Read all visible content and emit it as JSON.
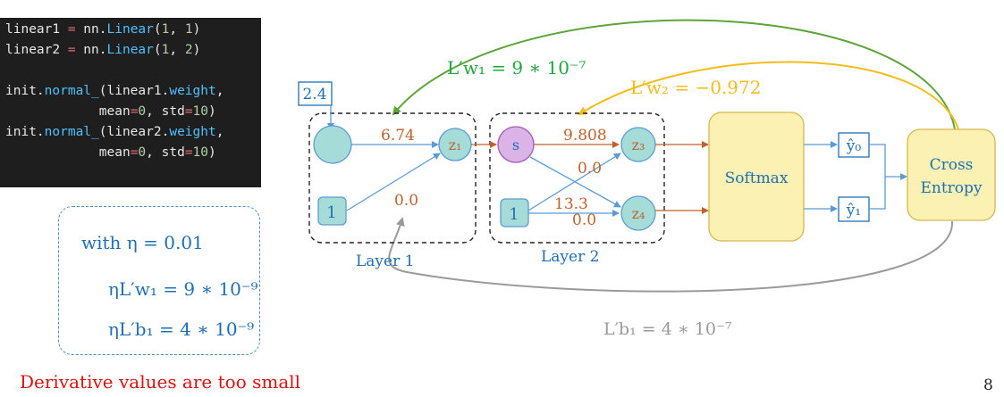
{
  "code": {
    "lines": [
      [
        [
          "linear1 ",
          "plain"
        ],
        [
          "=",
          "eq"
        ],
        [
          " nn.",
          "plain"
        ],
        [
          "Linear",
          "fn"
        ],
        [
          "(",
          "plain"
        ],
        [
          "1",
          "num"
        ],
        [
          ", ",
          "plain"
        ],
        [
          "1",
          "num"
        ],
        [
          ")",
          "plain"
        ]
      ],
      [
        [
          "linear2 ",
          "plain"
        ],
        [
          "=",
          "eq"
        ],
        [
          " nn.",
          "plain"
        ],
        [
          "Linear",
          "fn"
        ],
        [
          "(",
          "plain"
        ],
        [
          "1",
          "num"
        ],
        [
          ", ",
          "plain"
        ],
        [
          "2",
          "num"
        ],
        [
          ")",
          "plain"
        ]
      ],
      [],
      [
        [
          "init.",
          "plain"
        ],
        [
          "normal_",
          "fn"
        ],
        [
          "(linear1.",
          "plain"
        ],
        [
          "weight",
          "attr"
        ],
        [
          ",",
          "plain"
        ]
      ],
      [
        [
          "            mean",
          "plain"
        ],
        [
          "=",
          "eq"
        ],
        [
          "0",
          "num"
        ],
        [
          ", std",
          "plain"
        ],
        [
          "=",
          "eq"
        ],
        [
          "10",
          "num"
        ],
        [
          ")",
          "plain"
        ]
      ],
      [
        [
          "init.",
          "plain"
        ],
        [
          "normal_",
          "fn"
        ],
        [
          "(linear2.",
          "plain"
        ],
        [
          "weight",
          "attr"
        ],
        [
          ",",
          "plain"
        ]
      ],
      [
        [
          "            mean",
          "plain"
        ],
        [
          "=",
          "eq"
        ],
        [
          "0",
          "num"
        ],
        [
          ", std",
          "plain"
        ],
        [
          "=",
          "eq"
        ],
        [
          "10",
          "num"
        ],
        [
          ")",
          "plain"
        ]
      ]
    ]
  },
  "learning_rate_box": {
    "line1": "with η = 0.01",
    "line2": "ηL′w₁ = 9 ∗ 10⁻⁹",
    "line3": "ηL′b₁ = 4 ∗ 10⁻⁹"
  },
  "warning": "Derivative values are too small",
  "page_number": "8",
  "diagram": {
    "input_value": "2.4",
    "layer1_label": "Layer 1",
    "layer2_label": "Layer 2",
    "bias1": "1",
    "bias2": "1",
    "z1": "z₁",
    "s": "s",
    "z3": "z₃",
    "z4": "z₄",
    "w_input_z1": "6.74",
    "b_z1": "0.0",
    "w_s_z3": "9.808",
    "b_z3": "0.0",
    "w_s_z4": "13.3",
    "b_z4": "0.0",
    "softmax": "Softmax",
    "y0": "ŷ₀",
    "y1": "ŷ₁",
    "cross_entropy_line1": "Cross",
    "cross_entropy_line2": "Entropy",
    "grad_w1": "L′w₁ = 9 ∗ 10⁻⁷",
    "grad_w2": "L′w₂ = −0.972",
    "grad_b1": "L′b₁ = 4 ∗ 10⁻⁷"
  },
  "colors": {
    "blue": "#1f6fb5",
    "orange": "#c0602a",
    "green": "#1fa83a",
    "green_arrow": "#5ea43a",
    "gold": "#f2bd1a",
    "gray": "#9a9a9a",
    "red": "#e01010",
    "neuron_fill": "#a6dcd8",
    "sigmoid_fill": "#dcb3e6",
    "softmax_fill": "#fbf1b3"
  }
}
